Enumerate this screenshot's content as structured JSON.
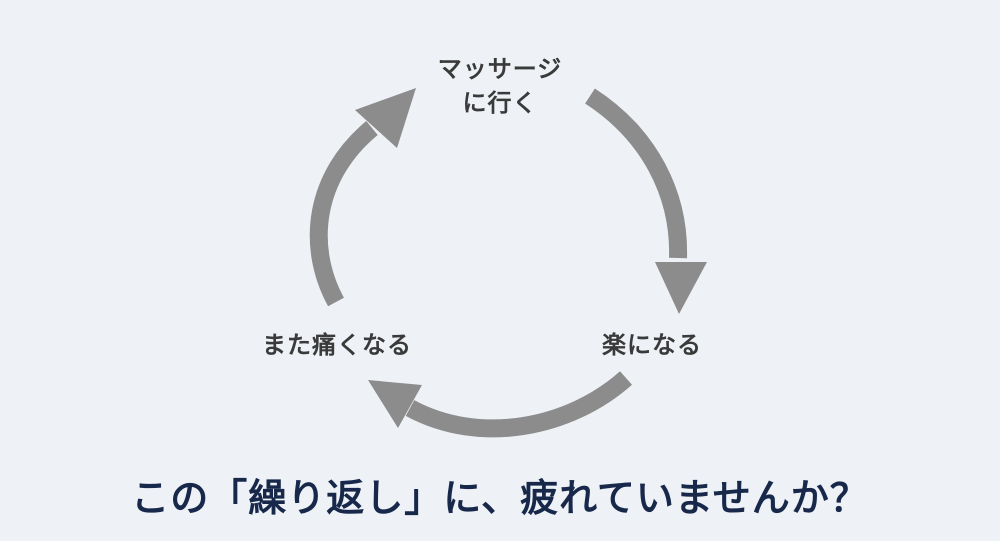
{
  "diagram": {
    "type": "cycle",
    "arrow_color": "#8c8c8c",
    "nodes": [
      {
        "id": "massage",
        "lines": [
          "マッサージ",
          "に行く"
        ]
      },
      {
        "id": "relief",
        "lines": [
          "楽になる"
        ]
      },
      {
        "id": "pain-again",
        "lines": [
          "また痛くなる"
        ]
      }
    ],
    "edges": [
      {
        "from": "massage",
        "to": "relief"
      },
      {
        "from": "relief",
        "to": "pain-again"
      },
      {
        "from": "pain-again",
        "to": "massage"
      }
    ]
  },
  "headline": {
    "text": "この「繰り返し」に、疲れていませんか？",
    "color": "#17284a"
  }
}
